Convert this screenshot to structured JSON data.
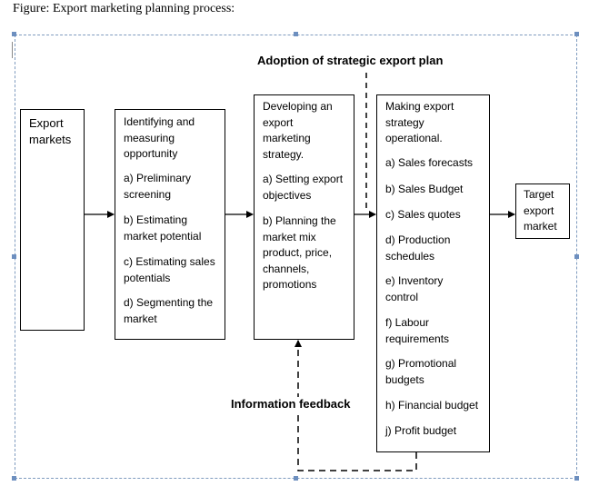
{
  "caption": "Figure: Export marketing planning process:",
  "top_label": "Adoption of strategic export plan",
  "bottom_label": "Information feedback",
  "boxes": {
    "export_markets": {
      "lines": [
        "Export",
        "markets"
      ]
    },
    "identifying": {
      "title": [
        "Identifying and",
        "measuring",
        "opportunity"
      ],
      "items": [
        [
          "a) Preliminary",
          "screening"
        ],
        [
          "b) Estimating",
          "market potential"
        ],
        [
          "c) Estimating sales",
          "potentials"
        ],
        [
          "d) Segmenting the",
          "market"
        ]
      ]
    },
    "developing": {
      "title": [
        "Developing an",
        "export",
        "marketing",
        "strategy."
      ],
      "items": [
        [
          "a) Setting export",
          "objectives"
        ],
        [
          "b) Planning the",
          "market mix",
          "product, price,",
          "channels,",
          "promotions"
        ]
      ]
    },
    "making": {
      "title": [
        "Making export",
        "strategy",
        "operational."
      ],
      "items": [
        [
          "a) Sales forecasts"
        ],
        [
          "b) Sales Budget"
        ],
        [
          "c) Sales quotes"
        ],
        [
          "d) Production",
          "schedules"
        ],
        [
          "e) Inventory",
          "control"
        ],
        [
          "f) Labour",
          "requirements"
        ],
        [
          "g) Promotional",
          "budgets"
        ],
        [
          "h) Financial budget"
        ],
        [
          "j) Profit budget"
        ]
      ]
    },
    "target": {
      "lines": [
        "Target",
        "export",
        "market"
      ]
    }
  }
}
